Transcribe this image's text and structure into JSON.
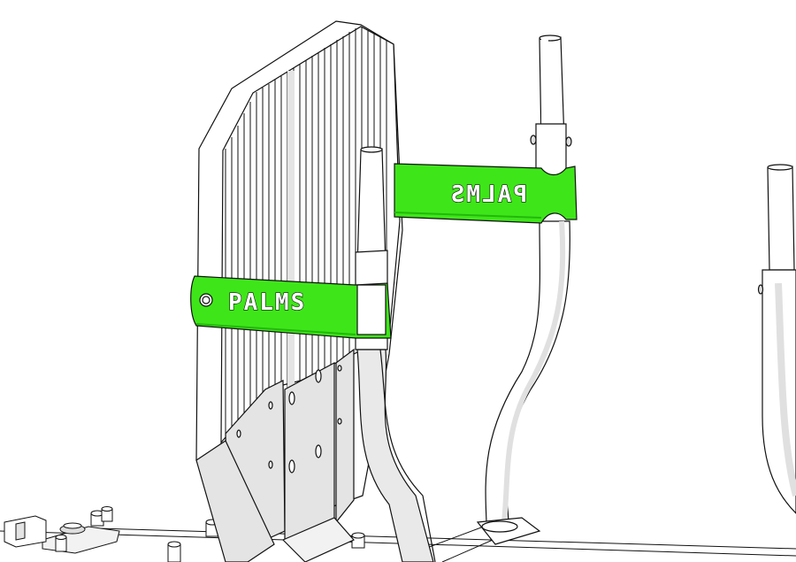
{
  "illustration": {
    "type": "CAD line-art render",
    "subject": "Radiator mount with bracket arms on tubular posts",
    "colors": {
      "background": "#ffffff",
      "line": "#111111",
      "shade": "#e4e4e4",
      "bracket": "#3ee619",
      "bracket_dark": "#22b80c"
    },
    "brackets": [
      {
        "id": "front-bracket",
        "text": "PALMS",
        "mirrored": false
      },
      {
        "id": "rear-bracket",
        "text": "PALMS",
        "mirrored": true
      }
    ]
  }
}
